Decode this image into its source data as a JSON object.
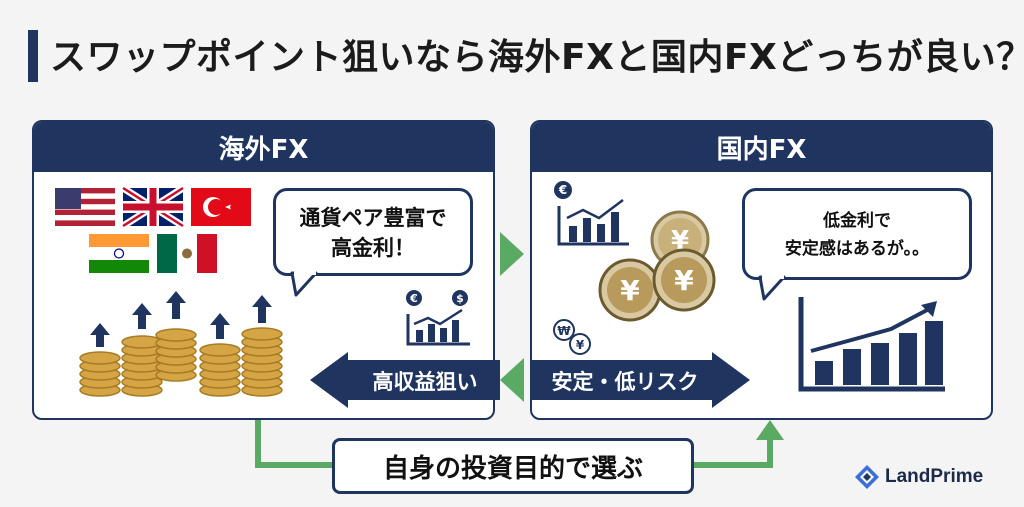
{
  "title": "スワップポイント狙いなら海外FXと国内FXどっちが良い？",
  "left_panel": {
    "header": "海外FX",
    "bubble_line1": "通貨ペア豊富で",
    "bubble_line2": "高金利！",
    "arrow_label": "高収益狙い",
    "currency_symbols": [
      "€",
      "$"
    ]
  },
  "right_panel": {
    "header": "国内FX",
    "bubble_line1": "低金利で",
    "bubble_line2": "安定感はあるが。。",
    "arrow_label": "安定・低リスク",
    "coin_symbol": "¥",
    "currency_symbols": [
      "€",
      "₩",
      "¥"
    ]
  },
  "bottom_label": "自身の投資目的で選ぶ",
  "logo_text": "LandPrime",
  "colors": {
    "navy": "#1f3560",
    "green": "#5aaa64",
    "gold": "#d4a445"
  }
}
